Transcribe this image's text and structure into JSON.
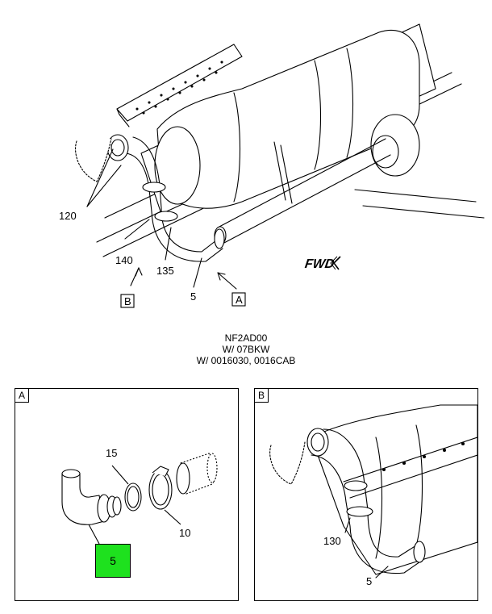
{
  "main": {
    "labels": {
      "part_120": "120",
      "part_140": "140",
      "part_135": "135",
      "part_5": "5",
      "fwd": "FWD",
      "view_b_tag": "B",
      "view_a_tag": "A"
    }
  },
  "caption": {
    "line1": "NF2AD00",
    "line2": "W/ 07BKW",
    "line3": "W/ 0016030, 0016CAB"
  },
  "detail_a": {
    "tag": "A",
    "label_15": "15",
    "label_10": "10",
    "callout_label": "5"
  },
  "detail_b": {
    "tag": "B",
    "label_130": "130",
    "label_5": "5"
  },
  "colors": {
    "callout": "#1ee11e",
    "line": "#000000",
    "background": "#ffffff"
  }
}
